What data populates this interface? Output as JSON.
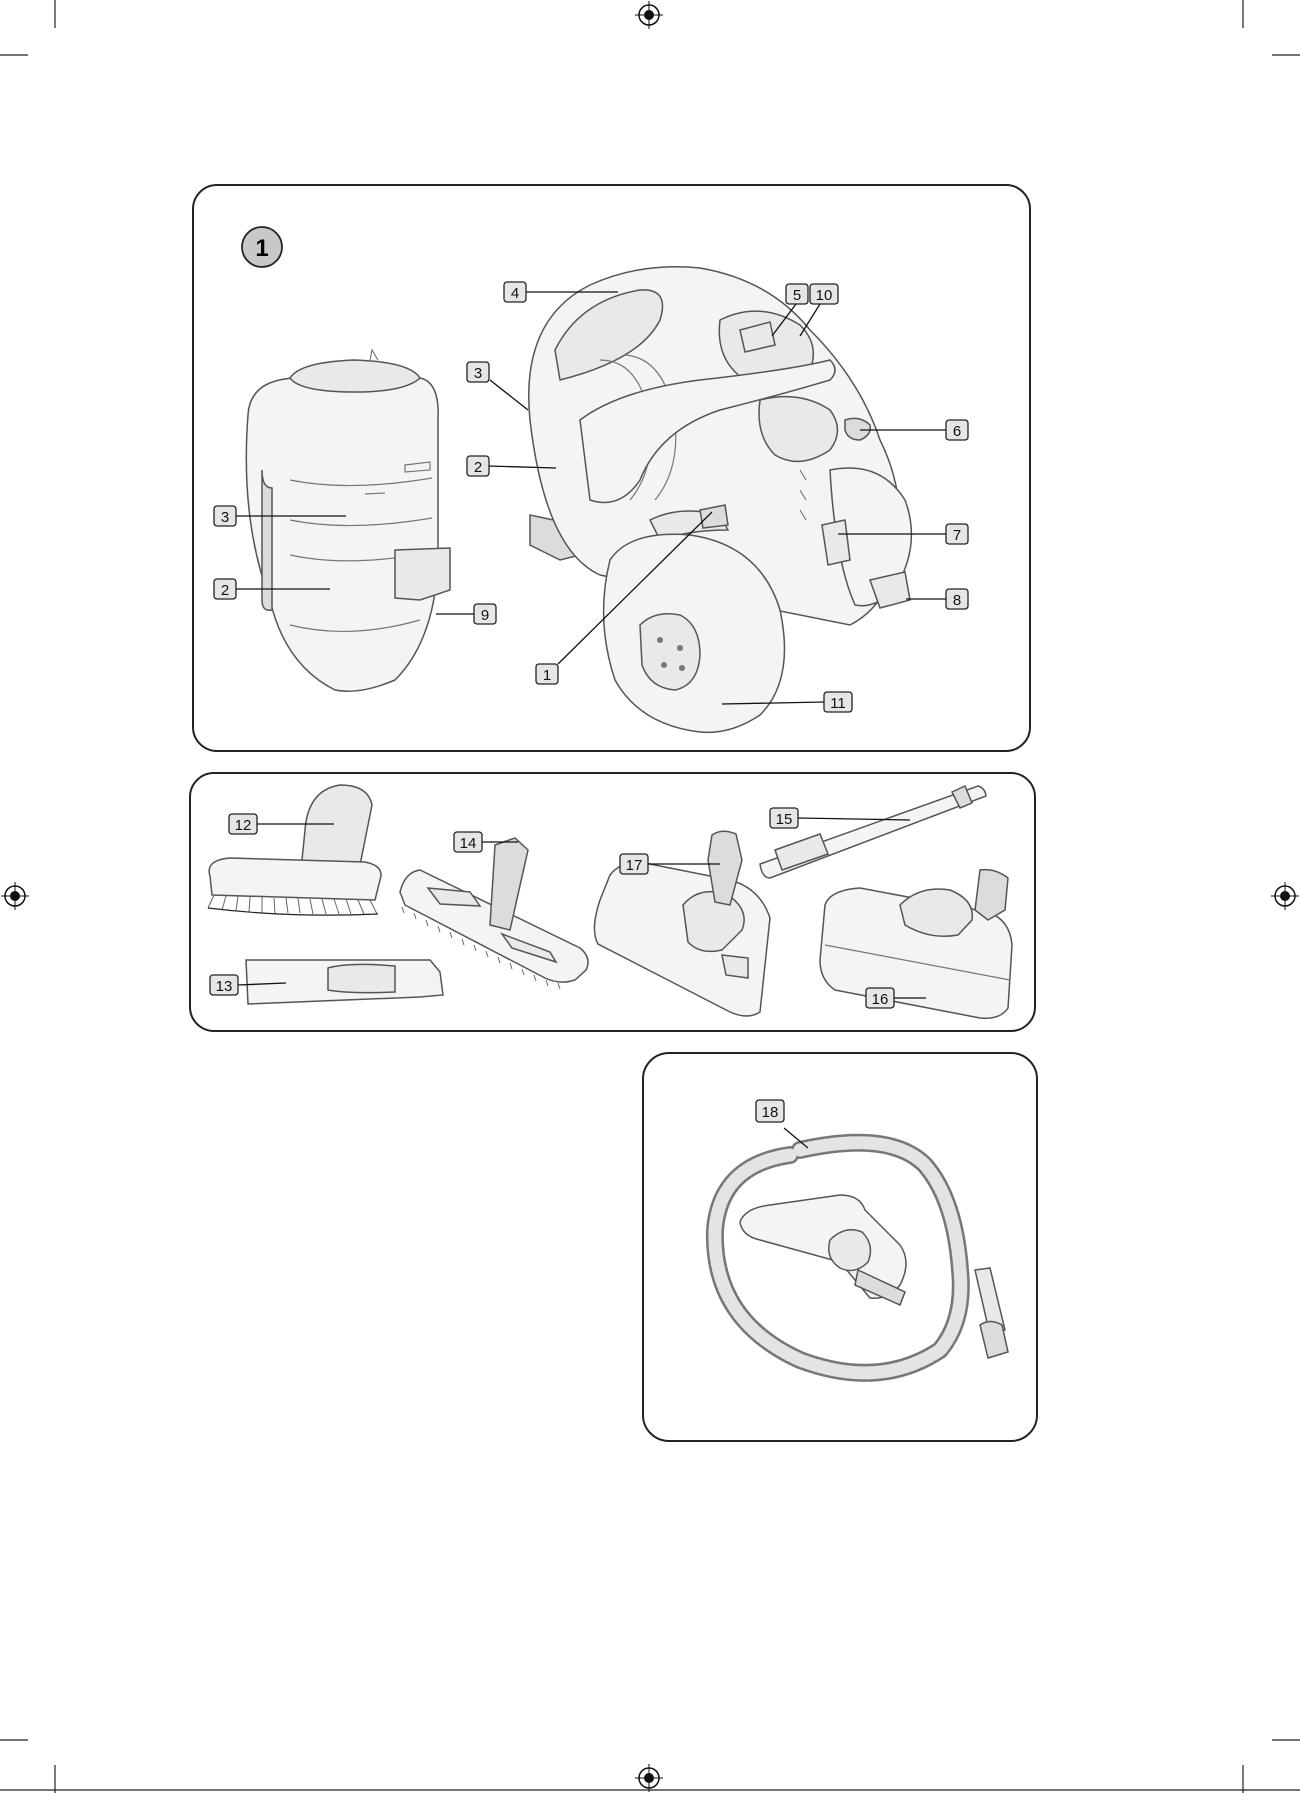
{
  "figure": {
    "number": "1"
  },
  "labels": {
    "n1": "1",
    "n2": "2",
    "n3": "3",
    "n4": "4",
    "n5": "5",
    "n6": "6",
    "n7": "7",
    "n8": "8",
    "n9": "9",
    "n10": "10",
    "n11": "11",
    "n12": "12",
    "n13": "13",
    "n14": "14",
    "n15": "15",
    "n16": "16",
    "n17": "17",
    "n18": "18"
  },
  "colors": {
    "label_fill": "#e6e6e6",
    "line": "#222222",
    "figure_badge": "#c8c8c8"
  }
}
